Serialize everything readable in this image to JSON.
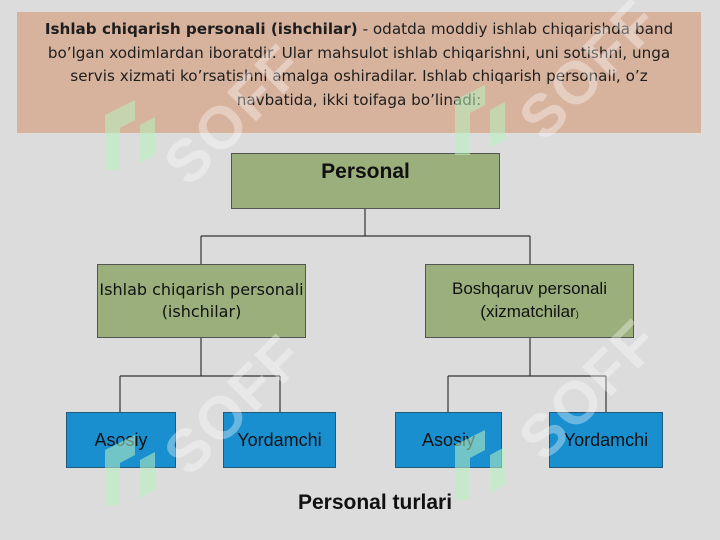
{
  "intro": {
    "term": "Ishlab chiqarish personali (ishchilar)",
    "definition": " - odatda moddiy ishlab chiqarishda band bo’lgan xodimlardan iboratdir. Ular mahsulot ishlab chiqarishni, uni sotishni, unga servis xizmati ko’rsatishni amalga oshiradilar. Ishlab chiqarish personali, o’z navbatida, ikki toifaga bo’linadi:"
  },
  "diagram": {
    "root": "Personal",
    "left_branch": "Ishlab chiqarish personali (ishchilar)",
    "right_branch": "Boshqaruv personali (xizmatchilar",
    "right_branch_paren": ")",
    "leaves": [
      "Asosiy",
      "Yordamchi",
      "Asosiy",
      "Yordamchi"
    ],
    "caption": "Personal turlari"
  },
  "watermark": {
    "text": "SOFF"
  },
  "colors": {
    "intro_bg": "#d7b39e",
    "green_box": "#9aaf7c",
    "blue_box": "#1a8fd0",
    "background": "#dcdcdc"
  }
}
